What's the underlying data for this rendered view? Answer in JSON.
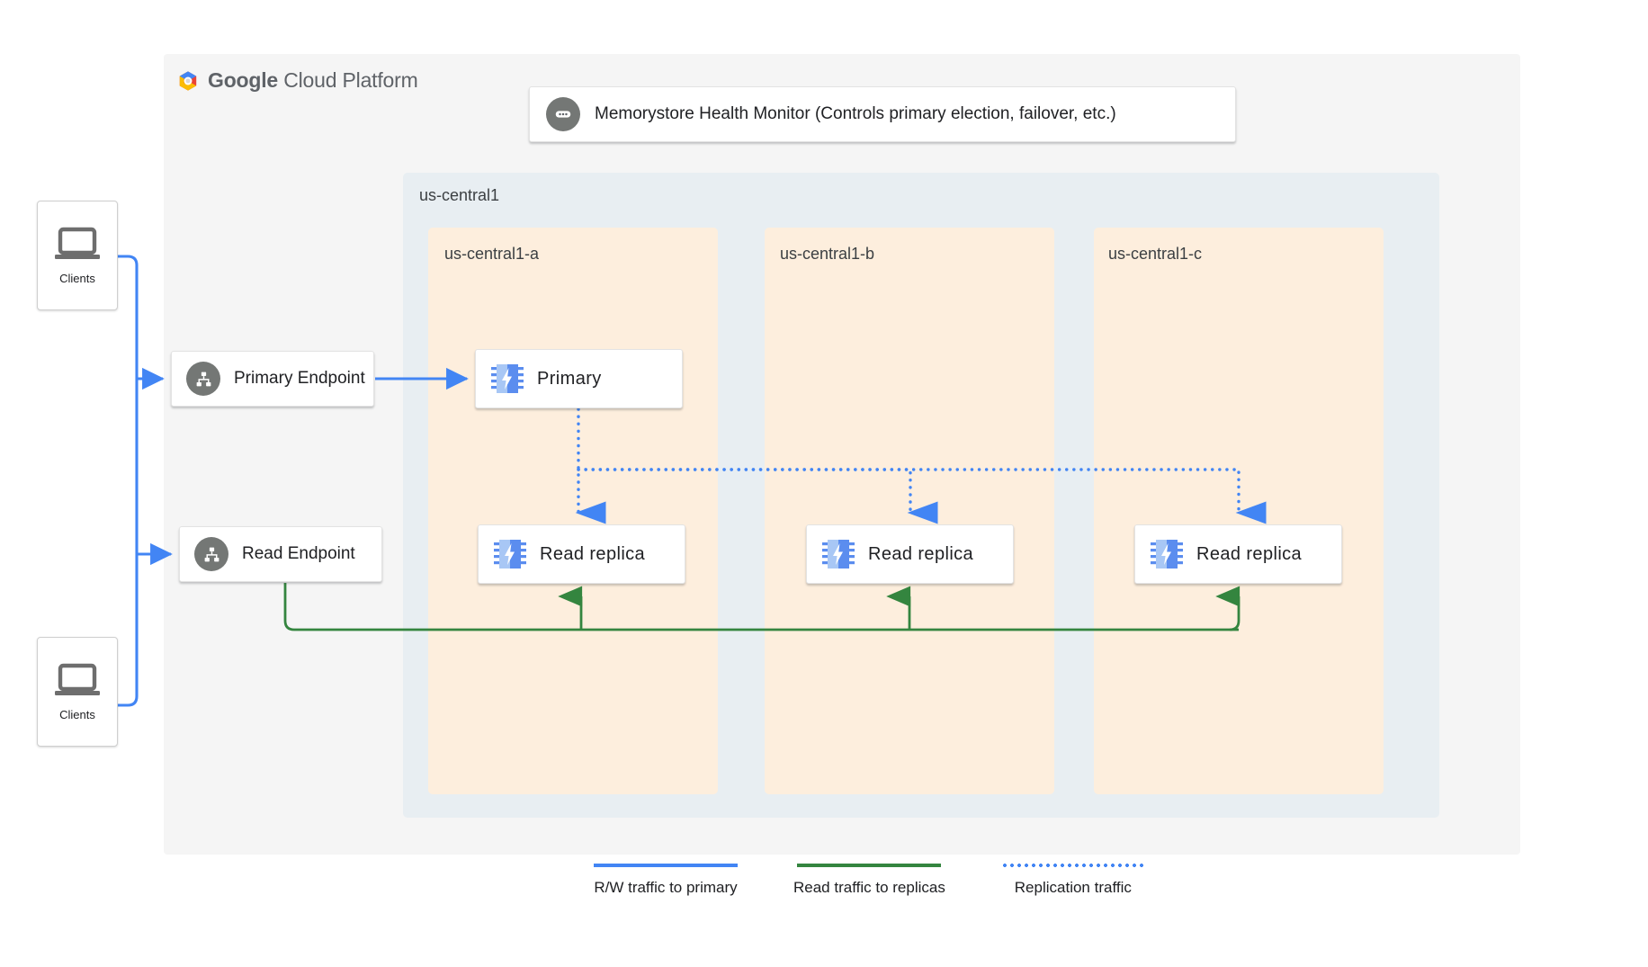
{
  "platform": {
    "brand_prefix": "Google",
    "brand_suffix": "Cloud Platform",
    "logo_icon": "google-cloud-hexagon-icon"
  },
  "monitor": {
    "label": "Memorystore Health Monitor (Controls primary election, failover, etc.)",
    "icon": "health-monitor-icon"
  },
  "region": {
    "label": "us-central1",
    "zones": [
      {
        "label": "us-central1-a"
      },
      {
        "label": "us-central1-b"
      },
      {
        "label": "us-central1-c"
      }
    ]
  },
  "endpoints": [
    {
      "label": "Primary Endpoint",
      "icon": "endpoint-hierarchy-icon"
    },
    {
      "label": "Read Endpoint",
      "icon": "endpoint-hierarchy-icon"
    }
  ],
  "nodes": {
    "primary": {
      "label": "Primary",
      "icon": "memorystore-chip-icon"
    },
    "replica_a": {
      "label": "Read replica",
      "icon": "memorystore-chip-icon"
    },
    "replica_b": {
      "label": "Read replica",
      "icon": "memorystore-chip-icon"
    },
    "replica_c": {
      "label": "Read replica",
      "icon": "memorystore-chip-icon"
    }
  },
  "clients": [
    {
      "label": "Clients",
      "icon": "laptop-icon"
    },
    {
      "label": "Clients",
      "icon": "laptop-icon"
    }
  ],
  "legend": [
    {
      "label": "R/W traffic to primary",
      "style": "solid",
      "color": "#4285f4"
    },
    {
      "label": "Read traffic to replicas",
      "style": "solid",
      "color": "#34853f"
    },
    {
      "label": "Replication traffic",
      "style": "dotted",
      "color": "#4285f4"
    }
  ],
  "colors": {
    "gcp_panel": "#f5f5f5",
    "region_panel": "#e8eef2",
    "zone_panel": "#fdeedd",
    "rw_traffic": "#4285f4",
    "read_traffic": "#34853f",
    "replication_traffic": "#4285f4",
    "icon_gray": "#747775",
    "chip_light": "#a8c7f5",
    "chip_dark": "#5b8def"
  }
}
